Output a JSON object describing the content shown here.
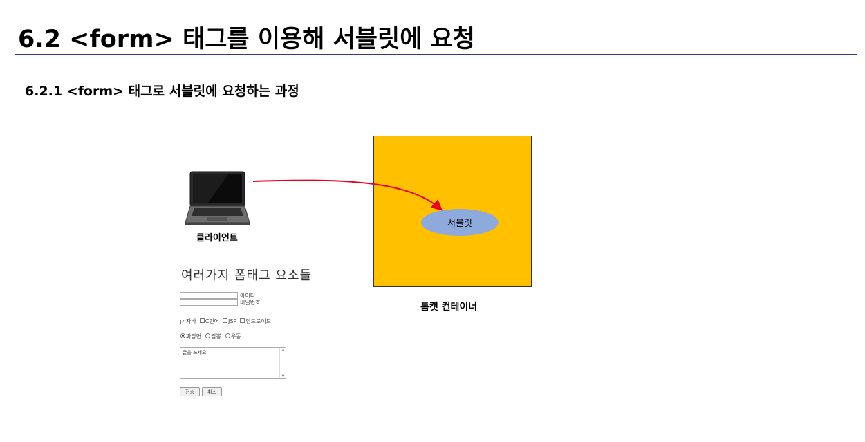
{
  "page": {
    "title": "6.2 <form> 태그를 이용해 서블릿에 요청",
    "section_title": "6.2.1 <form> 태그로 서블릿에 요청하는 과정"
  },
  "diagram": {
    "client_label": "클라이언트",
    "servlet_label": "서블릿",
    "container_label": "톰캣 컨테이너",
    "colors": {
      "container": "#ffc000",
      "servlet": "#8eaadc",
      "arrow": "#e8001c",
      "rule": "#2e3a8f"
    }
  },
  "form_example": {
    "heading": "여러가지 폼태그 요소들",
    "id_label": "아이디",
    "pw_label": "비밀번호",
    "checkboxes": [
      {
        "label": "자바",
        "checked": true
      },
      {
        "label": "C언어",
        "checked": false
      },
      {
        "label": "JSP",
        "checked": false
      },
      {
        "label": "안드로이드",
        "checked": false
      }
    ],
    "radios": [
      {
        "label": "짜장면",
        "checked": true
      },
      {
        "label": "짬뽕",
        "checked": false
      },
      {
        "label": "우동",
        "checked": false
      }
    ],
    "textarea_value": "글을 쓰세요.",
    "submit_label": "전송",
    "reset_label": "취소"
  }
}
